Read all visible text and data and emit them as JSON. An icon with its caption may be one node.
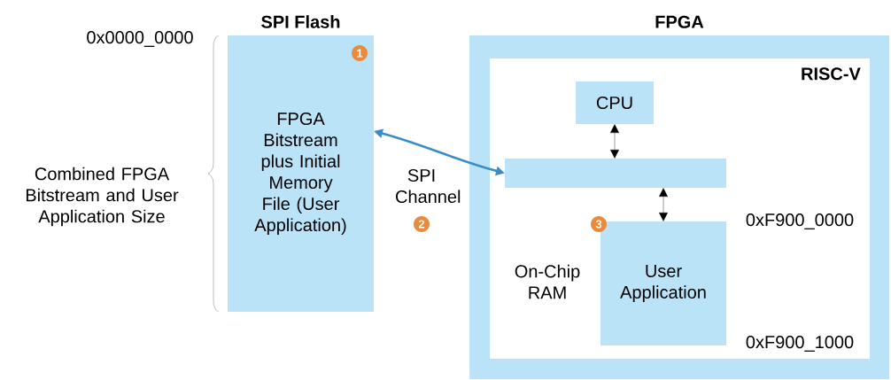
{
  "diagram": {
    "nodes": [
      {
        "text": [
          "SPI Flash",
          "FPGA Bitstream plus Initial Memory File (User Application)"
        ]
      },
      {
        "text": [
          "FPGA"
        ]
      },
      {
        "text": [
          "RISC-V"
        ],
        "in": 1
      },
      {
        "text": [
          "CPU"
        ],
        "in": 2
      },
      {
        "text": [],
        "shape": "bar",
        "in": 2
      },
      {
        "text": [
          "User Application"
        ],
        "in": 2
      },
      {
        "text": [
          "1"
        ],
        "in": 0
      },
      {
        "text": [
          "2"
        ]
      },
      {
        "text": [
          "3"
        ],
        "in": 2
      }
    ],
    "edges": [
      {
        "from": 0,
        "to": 4,
        "arrow": "both",
        "label": "SPI Channel",
        "style": "thick",
        "color": "#3a8cc6"
      },
      {
        "from": 3,
        "to": 4,
        "arrow": "both"
      },
      {
        "from": 4,
        "to": 5,
        "arrow": "both"
      }
    ],
    "labels": [
      "0x0000_0000",
      "Combined FPGA Bitstream and User Application Size",
      "0xF900_0000",
      "On-Chip RAM",
      "0xF900_1000"
    ]
  }
}
